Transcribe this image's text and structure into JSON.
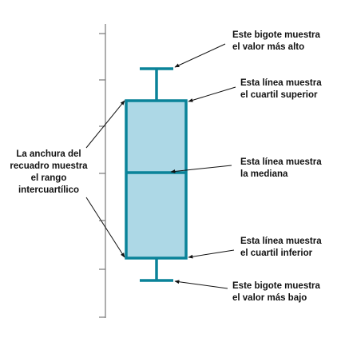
{
  "colors": {
    "box_fill": "#add8e6",
    "box_stroke": "#0a8399",
    "axis": "#777777",
    "arrow": "#111111",
    "text": "#111111"
  },
  "annotations": {
    "max_whisker": [
      "Este bigote muestra",
      "el valor más alto"
    ],
    "upper_quartile": [
      "Esta línea muestra",
      "el cuartil superior"
    ],
    "median": [
      "Esta línea muestra",
      "la mediana"
    ],
    "lower_quartile": [
      "Esta línea muestra",
      "el cuartil inferior"
    ],
    "min_whisker": [
      "Este bigote muestra",
      "el valor más bajo"
    ],
    "iqr_width": [
      "La anchura del",
      "recuadro muestra",
      "el rango",
      "intercuartílico"
    ]
  }
}
